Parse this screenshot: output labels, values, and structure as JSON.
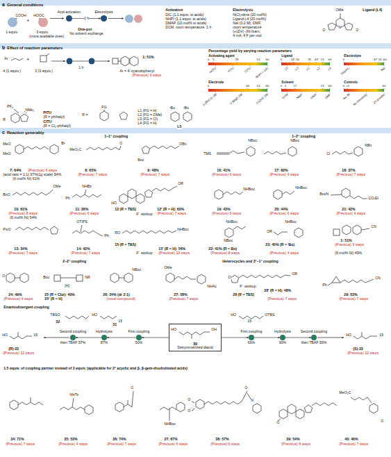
{
  "diagram": {
    "nodes": [
      {
        "text": [
          "a",
          "General conditions"
        ]
      },
      {
        "text": [
          "Acid activation"
        ]
      },
      {
        "text": [
          "Electrolysis"
        ]
      },
      {
        "text": [
          "b",
          "Effect of reaction parameters"
        ]
      },
      {
        "text": [
          "c",
          "Reaction generality"
        ]
      },
      {
        "text": [
          "Second coupling",
          "then TBAF 57%"
        ]
      },
      {
        "text": [
          "Hydrolysis",
          "87%"
        ]
      },
      {
        "text": [
          "First coupling",
          "50%"
        ]
      },
      {
        "text": [
          "30",
          "Desymmetrized diacid"
        ]
      },
      {
        "text": [
          "First coupling",
          "66%"
        ]
      },
      {
        "text": [
          "Hydrolysis",
          "90%"
        ]
      },
      {
        "text": [
          "Second coupling",
          "then TBAF 59%"
        ]
      }
    ],
    "edges": [
      {
        "from": 1,
        "to": 2,
        "arrow": "to",
        "label": "1 h"
      },
      {
        "from": 8,
        "to": 7,
        "arrow": "to"
      },
      {
        "from": 7,
        "to": 6,
        "arrow": "to"
      },
      {
        "from": 6,
        "to": 5,
        "arrow": "to"
      },
      {
        "from": 8,
        "to": 9,
        "arrow": "to"
      },
      {
        "from": 9,
        "to": 10,
        "arrow": "to"
      },
      {
        "from": 10,
        "to": 11,
        "arrow": "to"
      }
    ],
    "labels": [
      "COOH",
      "HOOC",
      "+",
      "1 equiv.",
      "3 equiv.",
      "(more available ones)",
      "One-pot",
      "No solvent exchange",
      "Activation",
      "DIC (1.1 equiv. to acids)",
      "NHPI (1.1 equiv. to acids)",
      "DMAP (10 mol% to acids)",
      "DCM, room temperature, 1 h",
      "Electrolysis",
      "NiCl₂•dme (20 mol%)",
      "Ligand L4 (20 mol%)",
      "NaI (0.2 M), DMF,",
      "room temperature",
      "(+)Zn/(−)Ni foam,",
      "4 mA, 4 F per mol",
      "OMe",
      "Ligand (L4)",
      "N",
      "O",
      "O",
      "+",
      "Ar",
      "4 (1 equiv.)",
      "3 (3 equiv.)",
      "1 h",
      "1: 51%",
      "Ar = 4′-cyanobiphenyl",
      "(Previous) 9 steps",
      "Percentage yield by varying reaction parameters",
      "Activating agent",
      "0",
      "5",
      "29",
      "51",
      "60",
      "HATU",
      "PITU",
      "CITU",
      "NHPI + DIC",
      "Ligand",
      "0",
      "14",
      "16",
      "35",
      "43",
      "51",
      "60",
      "L5",
      "L3",
      "L1",
      "L2",
      "L4",
      "Electrolyte",
      "0",
      "47",
      "51",
      "60",
      "TBAPF₆",
      "NaI",
      "Electrode",
      "0",
      "40",
      "51",
      "60",
      "(+)RVC/(−)Ni",
      "(+)Mg/(−)Ni",
      "(+)Zn/(−)Ni",
      "Solvent",
      "0",
      "5",
      "17",
      "51",
      "60",
      "DCM",
      "NMP",
      "DMA",
      "DMF",
      "Controls",
      "0",
      "<5",
      "60",
      "No Ni",
      "No electricity",
      "Zn powder",
      "PF₆",
      "NMe₂",
      "R",
      "PITU",
      "(R = phthalyl)",
      "CITU",
      "(R = Cl₄-phthalyl)",
      "R =",
      "FG",
      "L1 (FG = H)",
      "L2 (FG = OMe)",
      "L3 (FG = Cl)",
      "L4 (FG = H)",
      "ᵗBu",
      "ᵗBu",
      "L5",
      "1–1° coupling",
      "1–2° coupling",
      "MeO",
      "MeO",
      "Br",
      "7: 64%",
      "(Previous) 6 steps",
      "(acid ratio = 1:1) 37%(1g scale) 54%",
      "(6 mol% Ni) 61%",
      "MeO₂C",
      "O",
      "8: 65%",
      "(Previous) 7 steps",
      "Boc",
      "OBn",
      "9: 48%",
      "(Previous) 7 steps",
      "TMS",
      "NBoc",
      "16: 41%",
      "(Previous) 6 steps",
      "NBoc",
      "17: 60%",
      "(Previous) 4 steps",
      "Cl",
      "NBn",
      "18: 37%",
      "(Previous) 7 steps",
      "BnO",
      "OMe",
      "10: 61%",
      "(Previous) 8 steps",
      "(6 mol% Ni) 54%",
      "Ph",
      "NHBz",
      "11: 26%",
      "(Previous) 6 steps",
      "HO",
      "OR",
      "12 (R = TBS)",
      "F⁻ workup",
      "12′ (R = H): 60%",
      "(Previous) 7 steps",
      "NHBoc",
      "19: 43%",
      "(Previous) 6 steps",
      "NHBoc",
      "20: 44%",
      "(Previous) 6 steps",
      "BocN",
      "CO₂Et",
      "21: 42%",
      "(Previous) 4 steps",
      "PivO",
      "13: 34%",
      "(Previous) 7 steps",
      "OTIPS",
      "Ph",
      "14: 42%",
      "(Previous) 7 steps",
      "RO",
      "NHBoc",
      "15 (R = TBS)",
      "F⁻ workup",
      "15′ (R = H): 56%",
      "(Previous) 10 steps",
      "NHBoc",
      "NBoc",
      "22: 41% (R = Bn)",
      "(Previous) 8 steps",
      "NHBoc",
      "OR",
      "23: 45% (R = ᵗBu)",
      "(Previous) 4 steps",
      "CN",
      "1: 51%",
      "(Previous) 9 steps",
      "(6 mol% Ni) 49%",
      "2–2° coupling",
      "Heterocycles and 3°–1° coupling",
      "O",
      "24: 49%",
      "(Previous) 4 steps",
      "Boc",
      "NR",
      "[H]",
      "25 (R = Cbz): 40%",
      "25′ (R = H)",
      "NBoc",
      "26: 34% (dr 2:1)",
      "(novel compound)",
      "OMe",
      "NHAc",
      "27: 58%",
      "(Previous) 7 steps",
      "O",
      "OR",
      "F⁻ workup",
      "28 (R = TBS)",
      "28′ (R = H): 48%",
      "(Previous) 7 steps",
      "Ph",
      "CN",
      "29: 53%",
      "(Previous) 7 steps",
      "Enantiodivergent coupling",
      "TBSO",
      "32",
      "HO",
      "15",
      "31",
      "HO",
      "OH",
      "HO",
      "15",
      "OTBS",
      "(R)-33",
      "(Previous) 12 steps",
      "HO",
      "15",
      "(S)-33",
      "(Previous) 12 steps",
      "HO",
      "15",
      "1.5 equiv. of coupling partner instead of 3 equiv. (applicable for 2° acyclic and β, β-gem-disubstituted acids)",
      "34: 71%",
      "(Previous) 7 steps",
      "NHTs",
      "35: 53%",
      "(Previous) 4 steps",
      "O",
      "36: 74%",
      "(Previous) 7 steps",
      "NHBoc",
      "37: 67%",
      "(Previous) 6 steps",
      "O",
      "O",
      "O",
      "N",
      "38: 57%",
      "(Previous) 6 steps",
      "O",
      "39: 54%",
      "(Previous) 6 steps",
      "MeO₂C",
      "O",
      "40: 46%",
      "(Previous) 7 steps"
    ]
  }
}
